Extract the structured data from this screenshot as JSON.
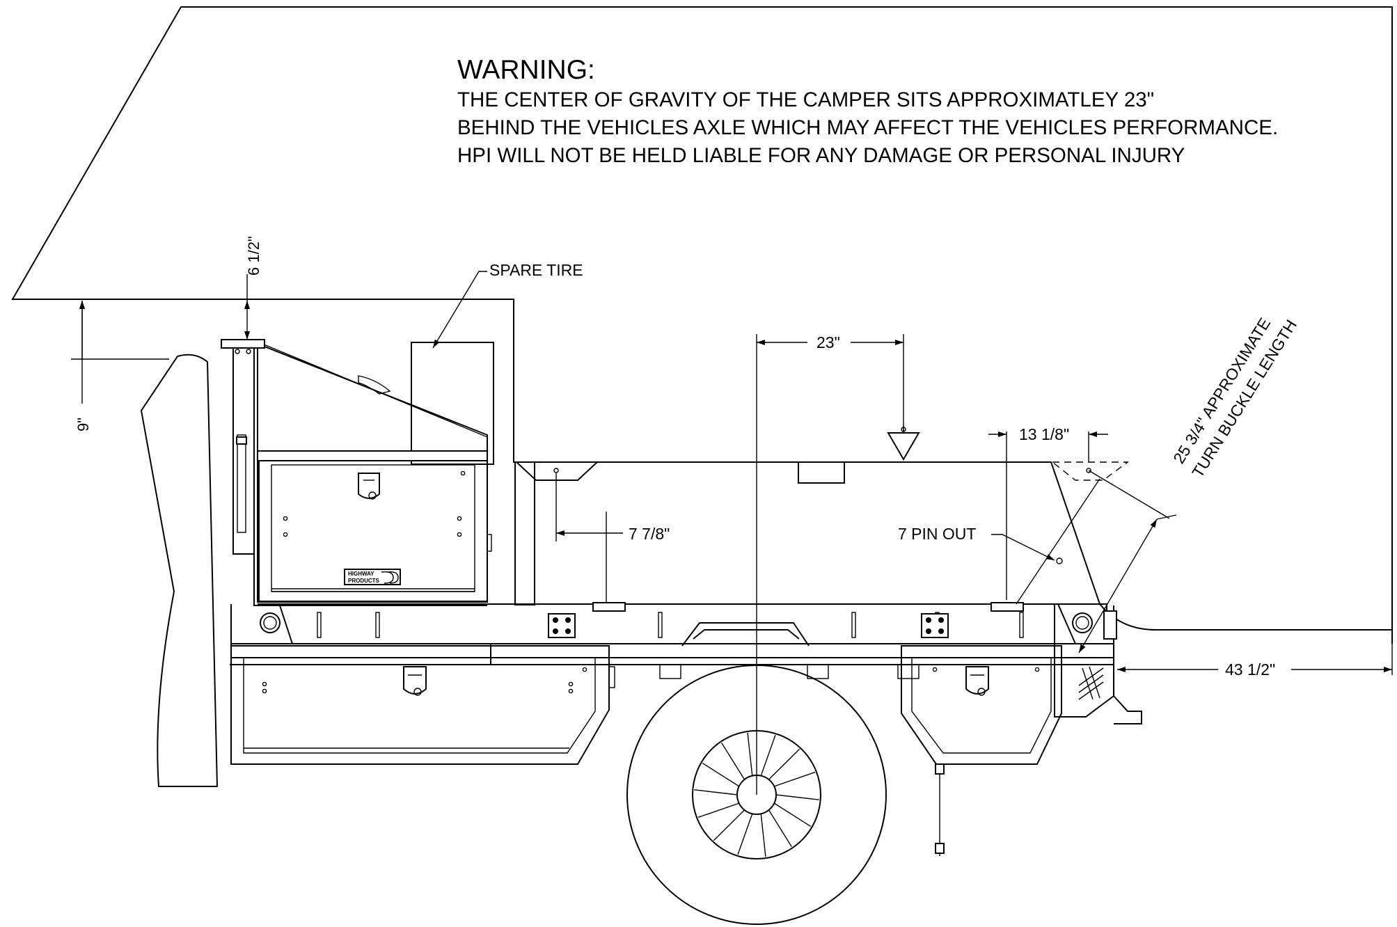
{
  "warning": {
    "title": "WARNING:",
    "line1": "THE CENTER OF GRAVITY OF THE CAMPER SITS APPROXIMATLEY  23\"",
    "line2": "BEHIND THE VEHICLES AXLE WHICH MAY AFFECT THE VEHICLES PERFORMANCE.",
    "line3": "HPI WILL NOT BE HELD LIABLE FOR ANY DAMAGE OR PERSONAL INJURY"
  },
  "callouts": {
    "spare_tire": "SPARE TIRE",
    "seven_pin": "7 PIN OUT"
  },
  "dimensions": {
    "six_half": "6 1/2\"",
    "nine": "9\"",
    "twenty_three": "23\"",
    "thirteen_eighth": "13 1/8\"",
    "seven_seven_eighths": "7 7/8\"",
    "forty_three_half": "43 1/2\"",
    "turnbuckle_line1": "25 3/4\" APPROXIMATE",
    "turnbuckle_line2": "TURN BUCKLE LENGTH"
  },
  "badge": {
    "line1": "HIGHWAY",
    "line2": "PRODUCTS"
  }
}
